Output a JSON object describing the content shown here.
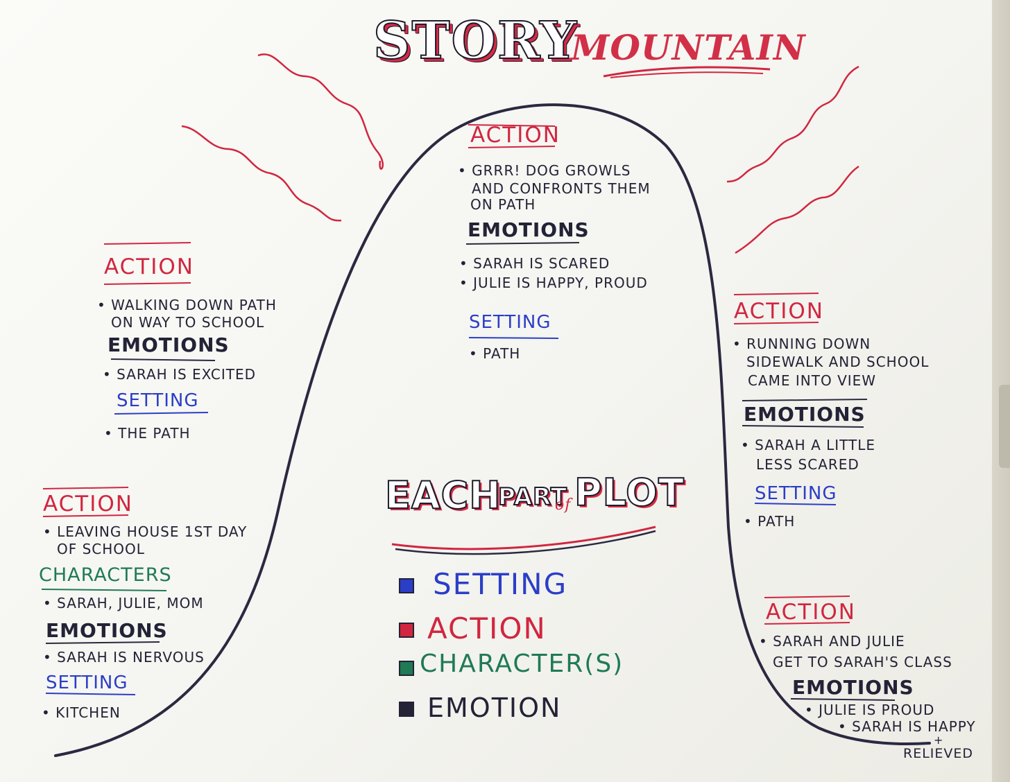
{
  "title": "STORY",
  "subtitle": "MOUNTAIN",
  "colors": {
    "red": "#d1263f",
    "black": "#232236",
    "blue": "#2b3ec7",
    "green": "#1f7a55"
  },
  "peak": {
    "action_heading": "ACTION",
    "action_items": [
      "GRRR! DOG GROWLS",
      "AND CONFRONTS THEM",
      "ON PATH"
    ],
    "emotions_heading": "EMOTIONS",
    "emotion_items": [
      "SARAH is SCARED",
      "JULIE is HAPPY, PROUD"
    ],
    "setting_heading": "SETTING",
    "setting_items": [
      "PATH"
    ]
  },
  "rising": {
    "action_heading": "ACTION",
    "action_items": [
      "WALKING DOWN PATH",
      "ON WAY TO SCHOOL"
    ],
    "emotions_heading": "EMOTIONS",
    "emotion_items": [
      "SARAH is EXCITED"
    ],
    "setting_heading": "SETTING",
    "setting_items": [
      "The PATH"
    ]
  },
  "beginning": {
    "action_heading": "ACTION",
    "action_items": [
      "LEAVING HOUSE 1ST DAY",
      "OF SCHOOL"
    ],
    "characters_heading": "CHARACTERS",
    "character_items": [
      "SARAH, JULIE, MOM"
    ],
    "emotions_heading": "EMOTIONS",
    "emotion_items": [
      "SARAH is NERVOUS"
    ],
    "setting_heading": "SETTING",
    "setting_items": [
      "KITCHEN"
    ]
  },
  "falling": {
    "action_heading": "ACTION",
    "action_items": [
      "RUNNING DOWN",
      "SIDEWALK AND SCHOOL",
      "CAME INTO VIEW"
    ],
    "emotions_heading": "EMOTIONS",
    "emotion_items": [
      "SARAH A LITTLE",
      "LESS SCARED"
    ],
    "setting_heading": "SETTING",
    "setting_items": [
      "PATH"
    ]
  },
  "ending": {
    "action_heading": "ACTION",
    "action_items": [
      "SARAH and JULIE",
      "GET TO SARAH'S CLASS"
    ],
    "emotions_heading": "EMOTIONS",
    "emotion_items": [
      "JULIE is PROUD",
      "SARAH is HAPPY",
      "+",
      "RELIEVED"
    ]
  },
  "legend": {
    "title_each": "EACH",
    "title_part": "PART",
    "title_of": "of",
    "title_plot": "PLOT",
    "items": [
      {
        "label": "SETTING",
        "color": "#2b3ec7"
      },
      {
        "label": "ACTION",
        "color": "#d1263f"
      },
      {
        "label": "CHARACTER(s)",
        "color": "#1f7a55"
      },
      {
        "label": "EMOTION",
        "color": "#232236"
      }
    ]
  }
}
